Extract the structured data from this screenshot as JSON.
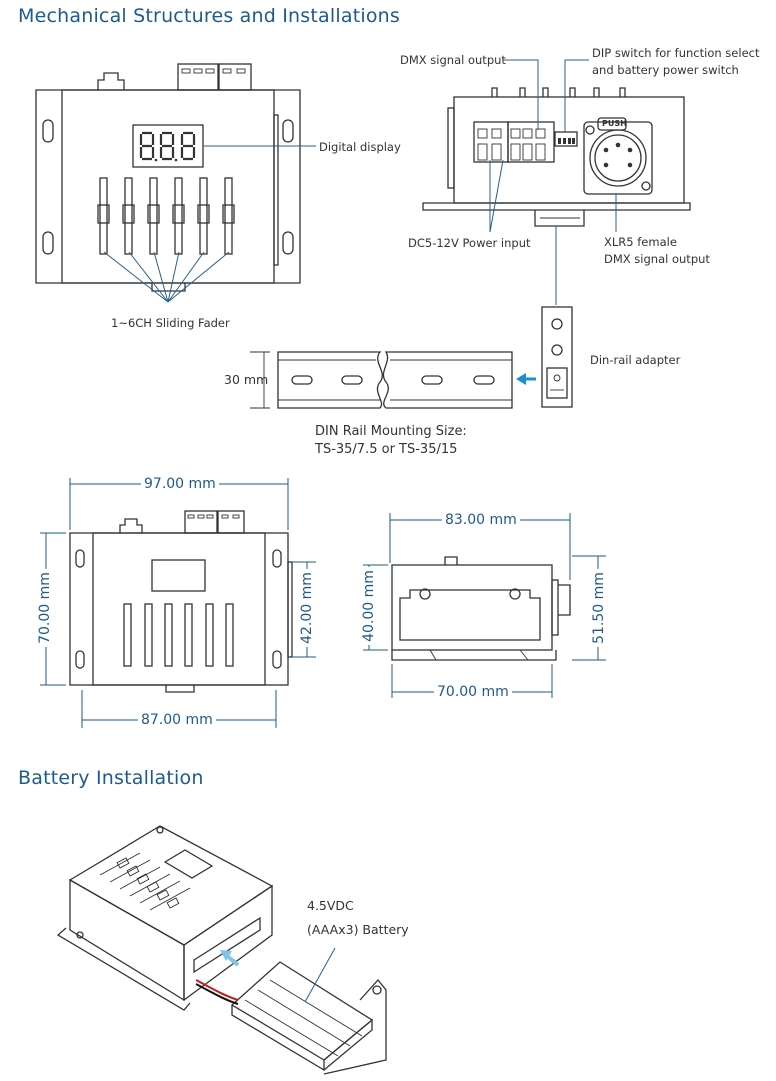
{
  "sections": {
    "mechanical_title": "Mechanical Structures and Installations",
    "battery_title": "Battery Installation"
  },
  "labels": {
    "dmx_signal_output": "DMX signal output",
    "dip_switch_line1": "DIP switch for function select",
    "dip_switch_line2": "and battery power switch",
    "digital_display": "Digital display",
    "power_input": "DC5-12V Power input",
    "xlr5_line1": "XLR5 female",
    "xlr5_line2": "DMX signal output",
    "sliding_fader": "1~6CH Sliding Fader",
    "din_rail_adapter": "Din-rail adapter",
    "rail_height": "30 mm",
    "din_size_line1": "DIN Rail Mounting Size:",
    "din_size_line2": "TS-35/7.5 or TS-35/15",
    "push": "PUSH",
    "battery_line1": "4.5VDC",
    "battery_line2": "(AAAx3) Battery"
  },
  "dimensions": {
    "width_97": "97.00 mm",
    "width_87": "87.00 mm",
    "height_70": "70.00 mm",
    "height_42": "42.00 mm",
    "depth_83": "83.00 mm",
    "depth_70": "70.00 mm",
    "height_40": "40.00 mm",
    "height_51": "51.50 mm"
  },
  "colors": {
    "heading": "#1d5a8e",
    "dimension": "#1d5a8e",
    "arrow": "#1a8fd6"
  }
}
